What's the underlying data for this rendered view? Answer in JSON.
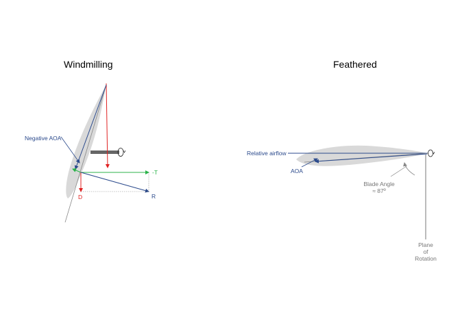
{
  "titles": {
    "windmilling": "Windmilling",
    "feathered": "Feathered"
  },
  "windmilling_labels": {
    "negative_aoa": "Negative AOA",
    "thrust": "-T",
    "drag": "D",
    "resultant": "R"
  },
  "feathered_labels": {
    "relative_airflow": "Relative airflow",
    "aoa": "AOA",
    "blade_angle_line1": "Blade Angle",
    "blade_angle_line2": "≈ 87º",
    "plane_line1": "Plane",
    "plane_line2": "of",
    "plane_line3": "Rotation"
  },
  "colors": {
    "blade": "#d9d9d9",
    "blue": "#2b4a8c",
    "red": "#e02020",
    "green": "#2bb34a",
    "gray": "#777777",
    "hub": "#666666"
  }
}
